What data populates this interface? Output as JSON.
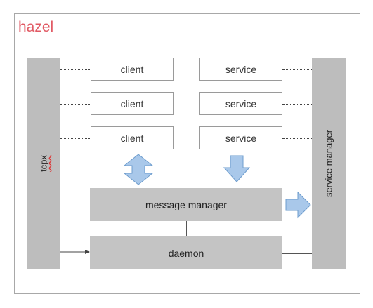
{
  "title": "hazel",
  "left_bar": {
    "label": "tcpx"
  },
  "right_bar": {
    "label": "service manager"
  },
  "clients": [
    {
      "label": "client"
    },
    {
      "label": "client"
    },
    {
      "label": "client"
    }
  ],
  "services": [
    {
      "label": "service"
    },
    {
      "label": "service"
    },
    {
      "label": "service"
    }
  ],
  "message_manager": {
    "label": "message manager"
  },
  "daemon": {
    "label": "daemon"
  },
  "colors": {
    "title": "#e15a64",
    "bar": "#bdbdbd",
    "arrow_fill": "#a9c8ea",
    "arrow_stroke": "#6d9ccd"
  }
}
